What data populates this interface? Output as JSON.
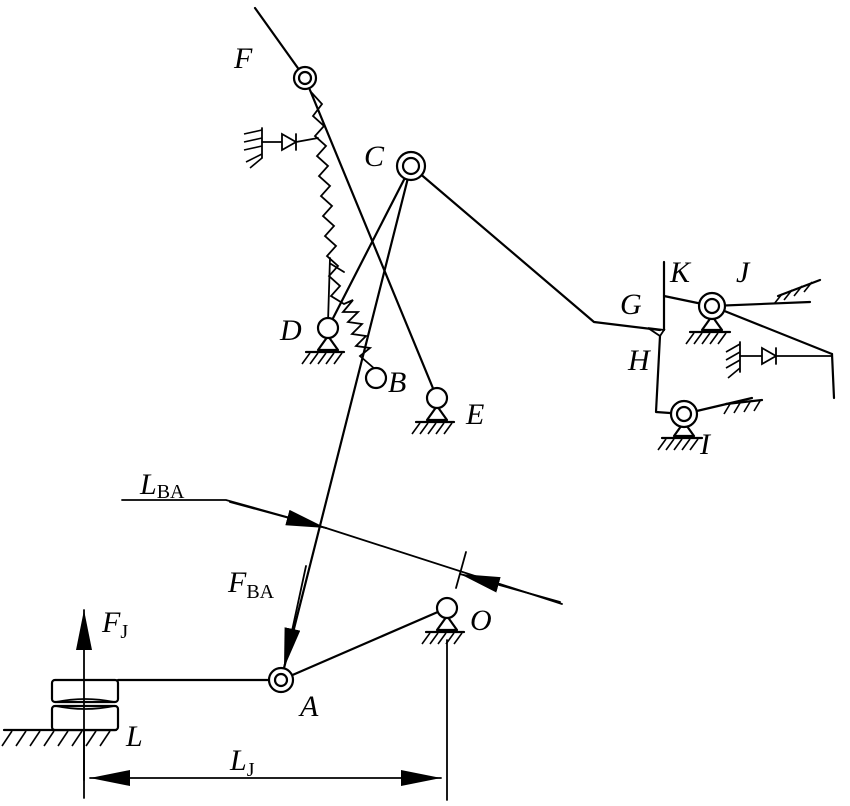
{
  "labels": {
    "F": "F",
    "C": "C",
    "D": "D",
    "B": "B",
    "E": "E",
    "G": "G",
    "K": "K",
    "J": "J",
    "H": "H",
    "I": "I",
    "O": "O",
    "A": "A",
    "L": "L"
  },
  "dimension_labels": {
    "L_BA_main": "L",
    "L_BA_sub": "BA",
    "F_BA_main": "F",
    "F_BA_sub": "BA",
    "F_J_main": "F",
    "F_J_sub": "J",
    "L_J_main": "L",
    "L_J_sub": "J"
  }
}
